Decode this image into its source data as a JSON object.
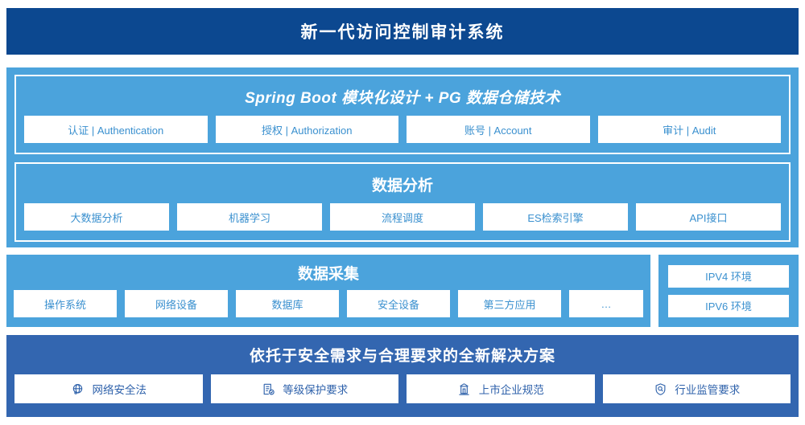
{
  "header": {
    "title": "新一代访问控制审计系统"
  },
  "architecture": {
    "platform": {
      "title": "Spring Boot 模块化设计 + PG 数据仓储技术",
      "cards": [
        {
          "label": "认证 | Authentication"
        },
        {
          "label": "授权 | Authorization"
        },
        {
          "label": "账号 | Account"
        },
        {
          "label": "审计 | Audit"
        }
      ]
    },
    "analysis": {
      "title": "数据分析",
      "cards": [
        {
          "label": "大数据分析"
        },
        {
          "label": "机器学习"
        },
        {
          "label": "流程调度"
        },
        {
          "label": "ES检索引擎"
        },
        {
          "label": "API接口"
        }
      ]
    },
    "collection": {
      "title": "数据采集",
      "cards": [
        {
          "label": "操作系统"
        },
        {
          "label": "网络设备"
        },
        {
          "label": "数据库"
        },
        {
          "label": "安全设备"
        },
        {
          "label": "第三方应用"
        },
        {
          "label": "…"
        }
      ]
    },
    "environments": {
      "cards": [
        {
          "label": "IPV4 环境"
        },
        {
          "label": "IPV6 环境"
        }
      ]
    }
  },
  "compliance": {
    "title": "依托于安全需求与合理要求的全新解决方案",
    "cards": [
      {
        "label": "网络安全法",
        "icon": "globe-icon"
      },
      {
        "label": "等级保护要求",
        "icon": "document-check-icon"
      },
      {
        "label": "上市企业规范",
        "icon": "bank-building-icon"
      },
      {
        "label": "行业监管要求",
        "icon": "shield-search-icon"
      }
    ]
  },
  "colors": {
    "header_blue": "#0c4890",
    "panel_blue": "#4ba3dc",
    "bottom_blue": "#3366b0",
    "card_text_blue": "#3a90cf",
    "compliance_text_blue": "#2f62ab",
    "card_background": "#ffffff"
  }
}
